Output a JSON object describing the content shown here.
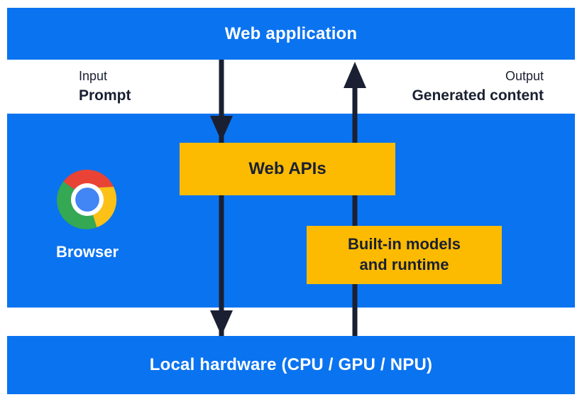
{
  "colors": {
    "blue": "#0A73F0",
    "yellow": "#FCBB00",
    "dark": "#1A2032",
    "chrome-red": "#E94335",
    "chrome-yellow": "#FBC116",
    "chrome-green": "#34A853",
    "chrome-blue": "#4285F4"
  },
  "top_bar": {
    "label": "Web application"
  },
  "io": {
    "input_caption": "Input",
    "input_label": "Prompt",
    "output_caption": "Output",
    "output_label": "Generated content"
  },
  "browser": {
    "label": "Browser"
  },
  "boxes": {
    "web_apis": {
      "label": "Web APIs"
    },
    "builtin": {
      "line1": "Built-in models",
      "line2": "and runtime"
    }
  },
  "bottom_bar": {
    "label": "Local hardware (CPU / GPU / NPU)"
  }
}
